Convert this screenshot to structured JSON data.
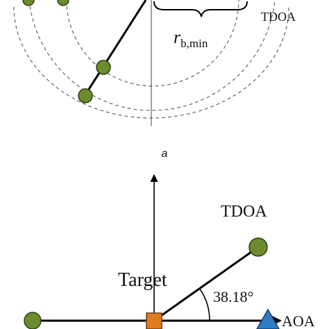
{
  "top_panel": {
    "tdoa_label": "TDOA",
    "radius_symbol": "r",
    "radius_subscript": "b,min"
  },
  "panel_caption": "a",
  "bottom_panel": {
    "tdoa_label": "TDOA",
    "target_label": "Target",
    "angle_label": "38.18°",
    "aoa_label": "AOA"
  },
  "colors": {
    "node_fill": "#6a8c2e",
    "target_fill": "#e07a1f",
    "aoa_fill": "#2f7cc6",
    "line": "#000000",
    "dashed": "#666666"
  }
}
